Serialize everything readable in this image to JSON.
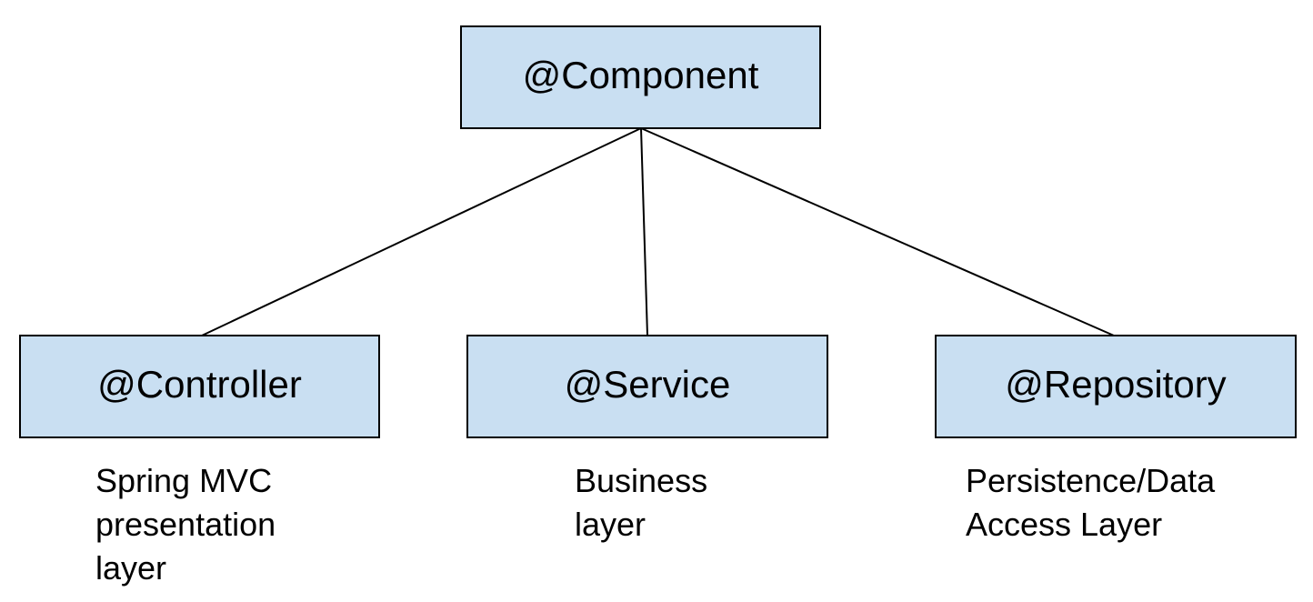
{
  "colors": {
    "box_fill": "#c9dff2",
    "box_stroke": "#000000",
    "connector": "#000000"
  },
  "root": {
    "label": "@Component"
  },
  "children": [
    {
      "label": "@Controller",
      "caption_lines": [
        "Spring MVC",
        "presentation",
        "layer"
      ]
    },
    {
      "label": "@Service",
      "caption_lines": [
        "Business",
        "layer"
      ]
    },
    {
      "label": "@Repository",
      "caption_lines": [
        "Persistence/Data",
        "Access Layer"
      ]
    }
  ]
}
